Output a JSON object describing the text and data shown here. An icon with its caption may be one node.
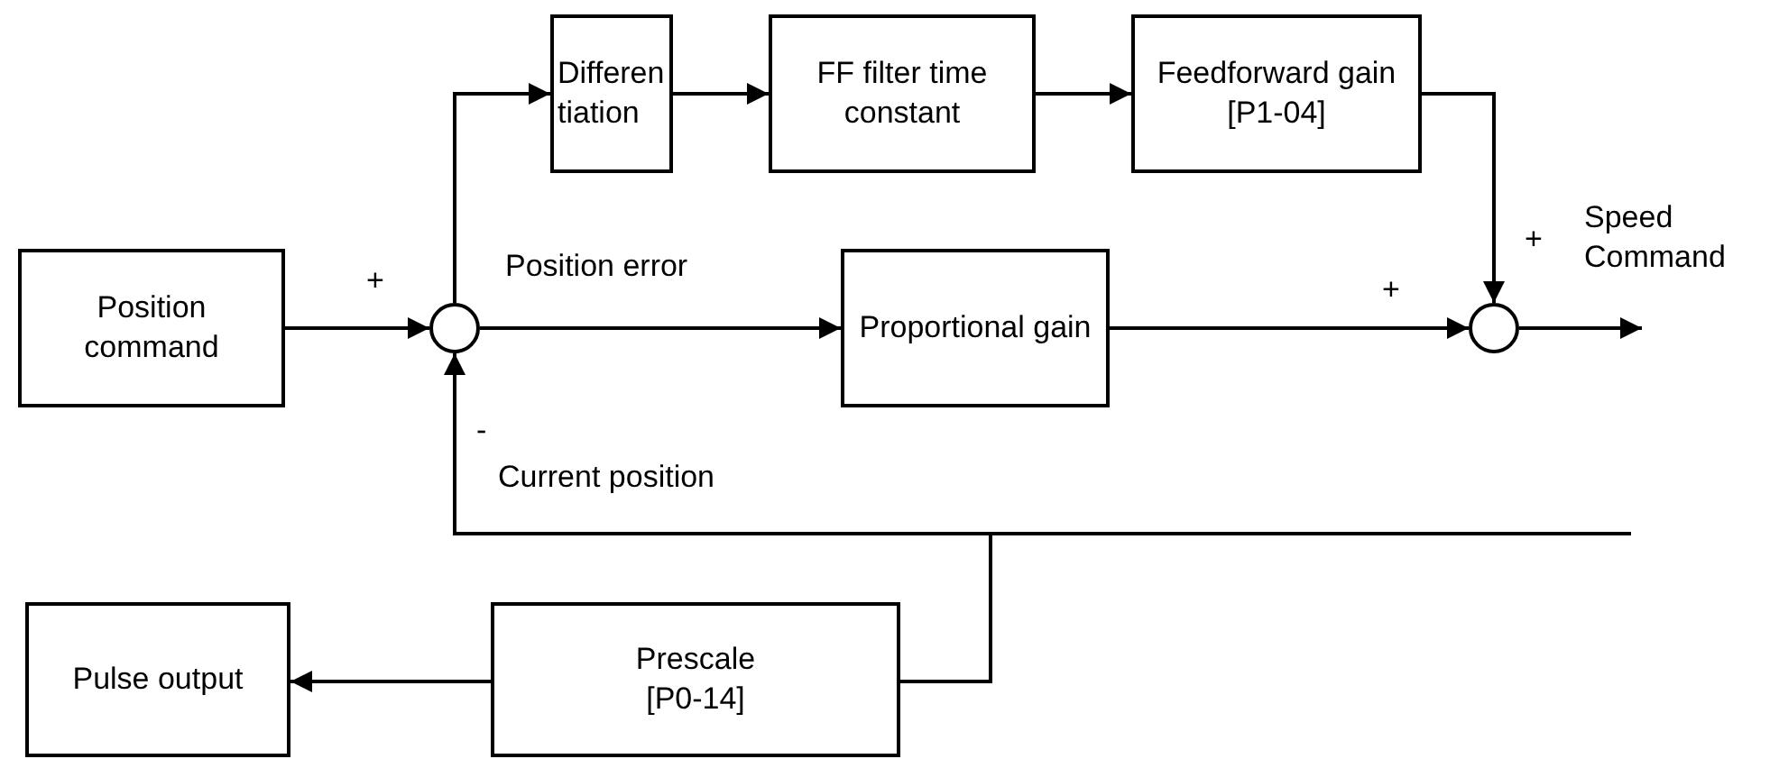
{
  "diagram": {
    "nodes": [
      {
        "text": [
          "Position command"
        ]
      },
      {
        "text": [],
        "shape": "circle"
      },
      {
        "text": [
          "Differentiation"
        ]
      },
      {
        "text": [
          "FF filter time constant"
        ]
      },
      {
        "text": [
          "Feedforward gain",
          "[P1-04]"
        ]
      },
      {
        "text": [
          "Proportional gain"
        ]
      },
      {
        "text": [],
        "shape": "circle"
      },
      {
        "text": [
          "Prescale",
          "[P0-14]"
        ]
      },
      {
        "text": [
          "Pulse output"
        ]
      }
    ],
    "edges": [
      {
        "from": 0,
        "to": 1,
        "arrow": "to"
      },
      {
        "from": 1,
        "to": 2,
        "arrow": "to"
      },
      {
        "from": 2,
        "to": 3,
        "arrow": "to"
      },
      {
        "from": 3,
        "to": 4,
        "arrow": "to"
      },
      {
        "from": 4,
        "to": 6,
        "arrow": "to"
      },
      {
        "from": 1,
        "to": 5,
        "arrow": "to",
        "label": "Position error"
      },
      {
        "from": 5,
        "to": 6,
        "arrow": "to"
      },
      {
        "from": 6,
        "to": null,
        "arrow": "to",
        "label": "Speed Command"
      },
      {
        "from": null,
        "to": 1,
        "arrow": "to"
      },
      {
        "from": null,
        "to": 7,
        "arrow": "none"
      },
      {
        "from": 7,
        "to": 8,
        "arrow": "to"
      }
    ],
    "labels": [
      "+",
      "+",
      "+",
      "-",
      "Current position"
    ]
  }
}
